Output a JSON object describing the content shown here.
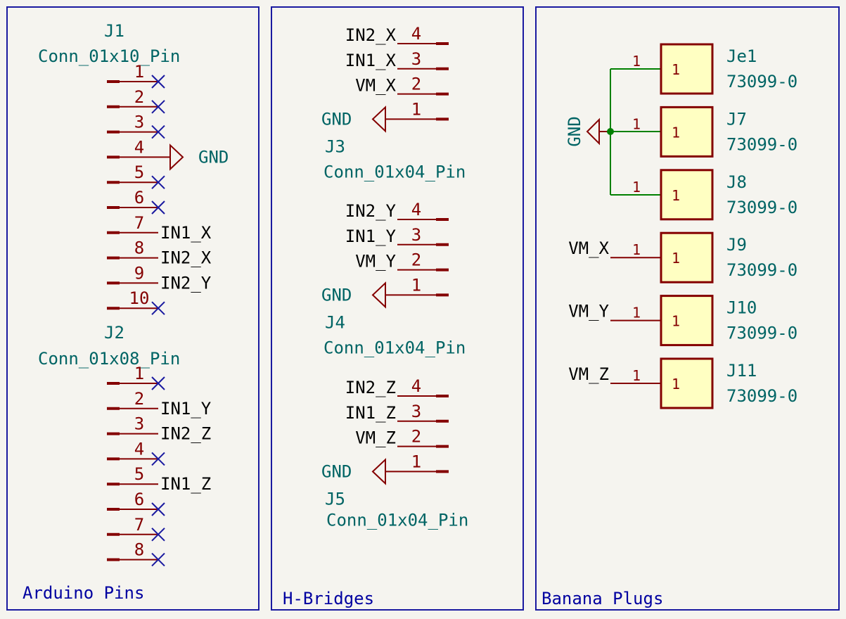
{
  "panels": {
    "arduino": "Arduino Pins",
    "hbridges": "H-Bridges",
    "banana": "Banana Plugs"
  },
  "arduino": {
    "j1": {
      "ref": "J1",
      "value": "Conn_01x10_Pin",
      "pins": [
        {
          "num": "1",
          "nc": true
        },
        {
          "num": "2",
          "nc": true
        },
        {
          "num": "3",
          "nc": true
        },
        {
          "num": "4",
          "power": "GND"
        },
        {
          "num": "5",
          "nc": true
        },
        {
          "num": "6",
          "nc": true
        },
        {
          "num": "7",
          "label": "IN1_X"
        },
        {
          "num": "8",
          "label": "IN2_X"
        },
        {
          "num": "9",
          "label": "IN2_Y"
        },
        {
          "num": "10",
          "nc": true
        }
      ]
    },
    "j2": {
      "ref": "J2",
      "value": "Conn_01x08_Pin",
      "pins": [
        {
          "num": "1",
          "nc": true
        },
        {
          "num": "2",
          "label": "IN1_Y"
        },
        {
          "num": "3",
          "label": "IN2_Z"
        },
        {
          "num": "4",
          "nc": true
        },
        {
          "num": "5",
          "label": "IN1_Z"
        },
        {
          "num": "6",
          "nc": true
        },
        {
          "num": "7",
          "nc": true
        },
        {
          "num": "8",
          "nc": true
        }
      ]
    }
  },
  "hbridges": [
    {
      "ref": "J3",
      "value": "Conn_01x04_Pin",
      "pins": [
        {
          "num": "4",
          "label": "IN2_X"
        },
        {
          "num": "3",
          "label": "IN1_X"
        },
        {
          "num": "2",
          "label": "VM_X"
        },
        {
          "num": "1",
          "power": "GND"
        }
      ]
    },
    {
      "ref": "J4",
      "value": "Conn_01x04_Pin",
      "pins": [
        {
          "num": "4",
          "label": "IN2_Y"
        },
        {
          "num": "3",
          "label": "IN1_Y"
        },
        {
          "num": "2",
          "label": "VM_Y"
        },
        {
          "num": "1",
          "power": "GND"
        }
      ]
    },
    {
      "ref": "J5",
      "value": "Conn_01x04_Pin",
      "pins": [
        {
          "num": "4",
          "label": "IN2_Z"
        },
        {
          "num": "3",
          "label": "IN1_Z"
        },
        {
          "num": "2",
          "label": "VM_Z"
        },
        {
          "num": "1",
          "power": "GND"
        }
      ]
    }
  ],
  "banana": {
    "gnd": "GND",
    "plugs": [
      {
        "ref": "Je1",
        "value": "73099-0",
        "pin": "1",
        "net": ""
      },
      {
        "ref": "J7",
        "value": "73099-0",
        "pin": "1",
        "net": ""
      },
      {
        "ref": "J8",
        "value": "73099-0",
        "pin": "1",
        "net": ""
      },
      {
        "ref": "J9",
        "value": "73099-0",
        "pin": "1",
        "net": "VM_X"
      },
      {
        "ref": "J10",
        "value": "73099-0",
        "pin": "1",
        "net": "VM_Y"
      },
      {
        "ref": "J11",
        "value": "73099-0",
        "pin": "1",
        "net": "VM_Z"
      }
    ]
  },
  "colors": {
    "background": "#f5f4ef",
    "frame": "#1a1aa0",
    "pin": "#840000",
    "label": "#006464",
    "wire": "#008000",
    "body": "#ffffc2"
  }
}
